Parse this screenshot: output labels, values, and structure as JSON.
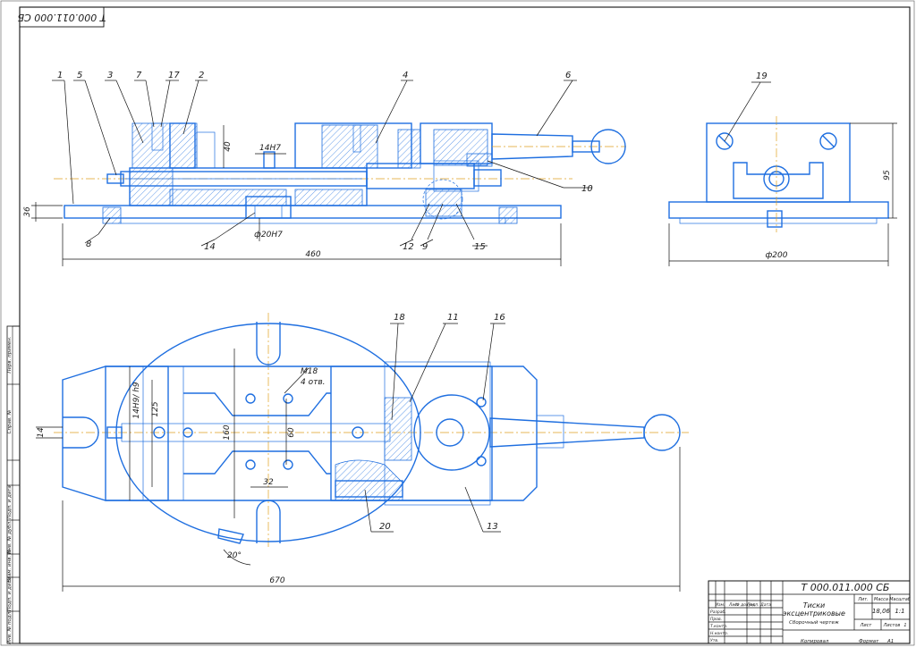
{
  "drawing": {
    "top_stamp": "Т 000.011.000 СБ",
    "part_labels": [
      "1",
      "5",
      "3",
      "7",
      "17",
      "2",
      "4",
      "6",
      "19",
      "10",
      "8",
      "14",
      "12",
      "9",
      "15",
      "18",
      "11",
      "16",
      "20",
      "13"
    ],
    "dims": {
      "d40": "40",
      "d14h7": "14H7",
      "d36": "36",
      "d20h7": "ф20Н7",
      "d460": "460",
      "d95": "95",
      "d200": "ф200",
      "m18": "М18",
      "holes": "4 отв.",
      "d14h9": "14Н9/ h9",
      "d125": "125",
      "d14": "14",
      "d160": "160",
      "d60": "60",
      "d32": "32",
      "angle": "20°",
      "d670": "670"
    },
    "title_block": {
      "code": "Т 000.011.000 СБ",
      "name_line1": "Тиски",
      "name_line2": "эксцентриковые",
      "subtitle": "Сборочный чертеж",
      "lit_header": "Лит.",
      "mass_header": "Масса",
      "scale_header": "Масштаб",
      "mass_value": "18,06",
      "scale_value": "1:1",
      "sheet": "Лист",
      "sheets": "Листов",
      "sheets_count": "1",
      "row_labels": [
        "Изм.",
        "Лист",
        "№ докум.",
        "Подп.",
        "Дата"
      ],
      "people": [
        "Разраб.",
        "Пров.",
        "Т.контр.",
        "",
        "Н.контр.",
        "Утв."
      ],
      "copied": "Копировал",
      "format": "Формат",
      "format_value": "А1"
    },
    "side_strip": [
      "Перв. примен.",
      "Справ. №",
      "Подп. и дата",
      "Инв. № дубл.",
      "Взам. инв. №",
      "Подп. и дата",
      "Инв. № подл."
    ]
  }
}
